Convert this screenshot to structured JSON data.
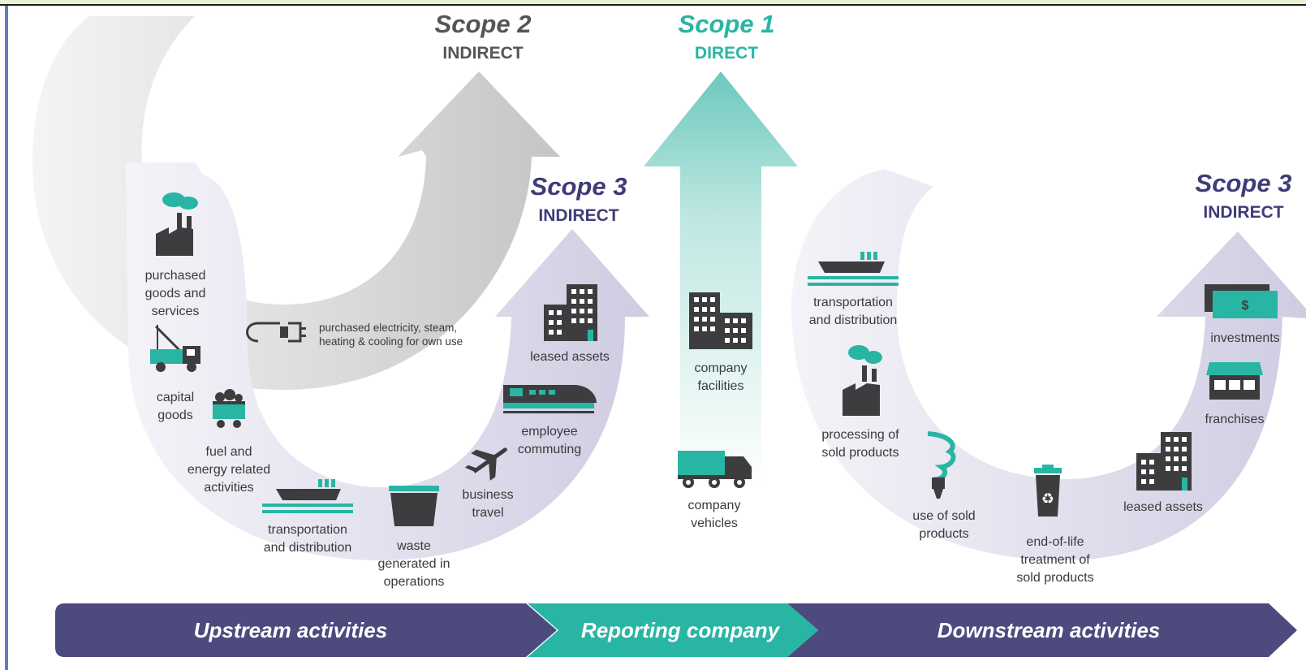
{
  "colors": {
    "teal": "#29b5a3",
    "purple": "#4d4a7e",
    "gray": "#c8cacc",
    "icon_dark": "#3d3d3f",
    "text": "#3a3a3a"
  },
  "scopes": {
    "scope2": {
      "title": "Scope 2",
      "subtitle": "INDIRECT",
      "title_color": "#555557"
    },
    "scope1": {
      "title": "Scope 1",
      "subtitle": "DIRECT",
      "title_color": "#29b5a3"
    },
    "scope3_up": {
      "title": "Scope 3",
      "subtitle": "INDIRECT",
      "title_color": "#3f3c78"
    },
    "scope3_down": {
      "title": "Scope 3",
      "subtitle": "INDIRECT",
      "title_color": "#3f3c78"
    }
  },
  "scope2_item": {
    "label_line1": "purchased electricity, steam,",
    "label_line2": "heating & cooling for own use",
    "icon": "plug-icon"
  },
  "upstream_items": {
    "purchased_goods": {
      "l1": "purchased",
      "l2": "goods and",
      "l3": "services",
      "icon": "factory-icon"
    },
    "capital_goods": {
      "l1": "capital",
      "l2": "goods",
      "icon": "crane-truck-icon"
    },
    "fuel_energy": {
      "l1": "fuel and",
      "l2": "energy related",
      "l3": "activities",
      "icon": "coal-cart-icon"
    },
    "transport": {
      "l1": "transportation",
      "l2": "and distribution",
      "icon": "ship-icon"
    },
    "waste": {
      "l1": "waste",
      "l2": "generated in",
      "l3": "operations",
      "icon": "bin-icon"
    },
    "business_travel": {
      "l1": "business",
      "l2": "travel",
      "icon": "airplane-icon"
    },
    "employee_commuting": {
      "l1": "employee",
      "l2": "commuting",
      "icon": "train-icon"
    },
    "leased_assets": {
      "l1": "leased assets",
      "icon": "building-icon"
    }
  },
  "company_items": {
    "facilities": {
      "l1": "company",
      "l2": "facilities",
      "icon": "buildings-icon"
    },
    "vehicles": {
      "l1": "company",
      "l2": "vehicles",
      "icon": "truck-icon"
    }
  },
  "downstream_items": {
    "transport": {
      "l1": "transportation",
      "l2": "and distribution",
      "icon": "ship-icon"
    },
    "processing": {
      "l1": "processing of",
      "l2": "sold products",
      "icon": "factory-icon"
    },
    "use": {
      "l1": "use of sold",
      "l2": "products",
      "icon": "bulb-icon"
    },
    "end_of_life": {
      "l1": "end-of-life",
      "l2": "treatment of",
      "l3": "sold products",
      "icon": "recycle-bin-icon"
    },
    "leased_assets": {
      "l1": "leased assets",
      "icon": "building-icon"
    },
    "franchises": {
      "l1": "franchises",
      "icon": "store-icon"
    },
    "investments": {
      "l1": "investments",
      "icon": "money-icon"
    }
  },
  "bottom_band": {
    "upstream": "Upstream activities",
    "reporting": "Reporting company",
    "downstream": "Downstream activities"
  }
}
